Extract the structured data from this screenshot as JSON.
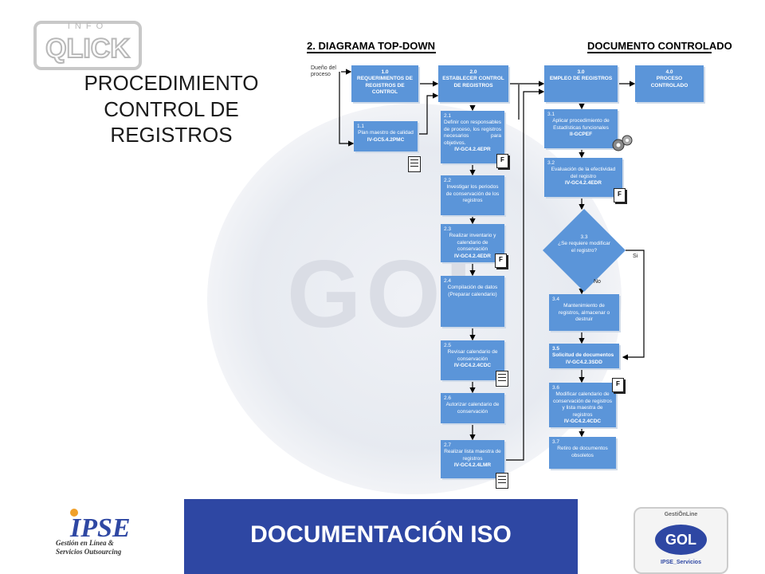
{
  "page": {
    "title": "PROCEDIMIENTO\nCONTROL DE\nREGISTROS",
    "footer": "DOCUMENTACIÓN ISO",
    "logo_top_left": "INFO QLICK",
    "watermark": "GOL",
    "ipse_logo": "IPSE",
    "ipse_tagline": "Gestión en Línea &\nServicios Outsourcing",
    "gol_logo_top": "GestiÕnLine",
    "gol_logo_mid": "GOL",
    "gol_logo_bottom": "IPSE_Servicios"
  },
  "diagram": {
    "title": "2. DIAGRAMA TOP-DOWN",
    "controlled": "DOCUMENTO CONTROLADO",
    "owner": "Dueño del\nproceso",
    "top": [
      {
        "num": "1.0",
        "text": "REQUERIMIENTOS DE REGISTROS DE CONTROL"
      },
      {
        "num": "2.0",
        "text": "ESTABLECER CONTROL DE REGISTROS"
      },
      {
        "num": "3.0",
        "text": "EMPLEO DE REGISTROS"
      },
      {
        "num": "4.0",
        "text": "PROCESO CONTROLADO"
      }
    ],
    "col1": [
      {
        "num": "1.1",
        "text": "Plan maestro de calidad",
        "code": "IV-GC5.4.2PMC"
      }
    ],
    "col2": [
      {
        "num": "2.1",
        "text": "Definir con responsables de proceso, los registros necesarios para objetivos.",
        "code": "IV-GC4.2.4EPR"
      },
      {
        "num": "2.2",
        "text": "Investigar los periodos de conservación de los registros",
        "code": ""
      },
      {
        "num": "2.3",
        "text": "Realizar inventario y calendario de conservación",
        "code": "IV-GC4.2.4EDR"
      },
      {
        "num": "2.4",
        "text": "Compilación de datos (Preparar calendario)",
        "code": ""
      },
      {
        "num": "2.5",
        "text": "Revisar calendario de conservación",
        "code": "IV-GC4.2.4CDC"
      },
      {
        "num": "2.6",
        "text": "Autorizar calendario de conservación",
        "code": ""
      },
      {
        "num": "2.7",
        "text": "Realizar lista maestra de registros",
        "code": "IV-GC4.2.4LMR"
      }
    ],
    "col3": [
      {
        "num": "3.1",
        "text": "Aplicar procedimiento de Estadísticas funcionales",
        "code": "II-GCPEF"
      },
      {
        "num": "3.2",
        "text": "Evaluación de la efectividad del registro",
        "code": "IV-GC4.2.4EDR"
      },
      {
        "num": "3.4",
        "text": "Mantenimiento de registros, almacenar o destruir",
        "code": ""
      },
      {
        "num": "3.5",
        "text": "Solicitud de documentos",
        "code": "IV-GC4.2.3SDD"
      },
      {
        "num": "3.6",
        "text": "Modificar calendario de conservación de registros y lista maestra de registros",
        "code": "IV-GC4.2.4CDC"
      },
      {
        "num": "3.7",
        "text": "Retiro de documentos obsoletos",
        "code": ""
      }
    ],
    "decision": {
      "num": "3.3",
      "text": "¿Se requiere modificar el registro?",
      "yes": "Si",
      "no": "No"
    },
    "form_mark": "F"
  },
  "colors": {
    "box": "#5b95d9",
    "footer": "#2e47a3"
  }
}
